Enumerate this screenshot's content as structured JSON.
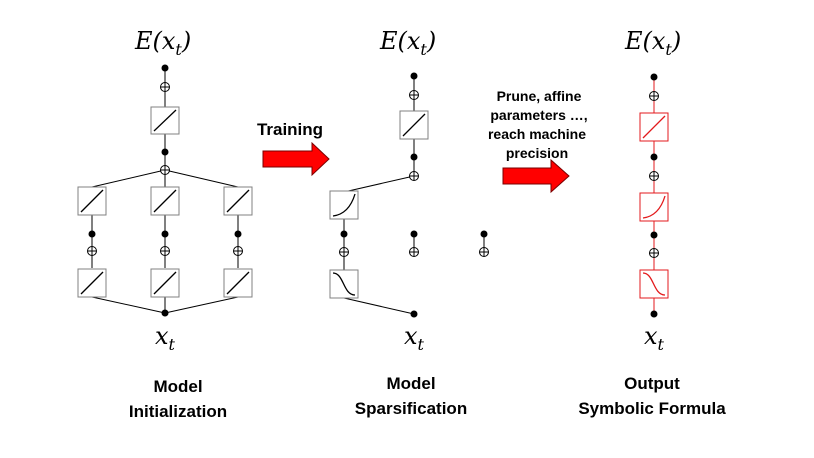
{
  "panels": [
    {
      "id": "initialization",
      "output_label": {
        "base": "E(x",
        "sub": "t",
        "close": ")"
      },
      "input_label": {
        "base": "x",
        "sub": "t"
      },
      "caption": [
        "Model",
        "Initialization"
      ]
    },
    {
      "id": "sparsification",
      "output_label": {
        "base": "E(x",
        "sub": "t",
        "close": ")"
      },
      "input_label": {
        "base": "x",
        "sub": "t"
      },
      "caption": [
        "Model",
        "Sparsification"
      ]
    },
    {
      "id": "symbolic",
      "output_label": {
        "base": "E(x",
        "sub": "t",
        "close": ")"
      },
      "input_label": {
        "base": "x",
        "sub": "t"
      },
      "caption": [
        "Output",
        "Symbolic Formula"
      ]
    }
  ],
  "arrows": {
    "training_label": "Training",
    "prune_label": [
      "Prune, affine",
      "parameters …,",
      "reach machine",
      "precision"
    ],
    "arrow_color": "#ff0000"
  },
  "colors": {
    "ink": "#000000",
    "symbolic": "#e31a1c",
    "box_border": "#808080"
  }
}
